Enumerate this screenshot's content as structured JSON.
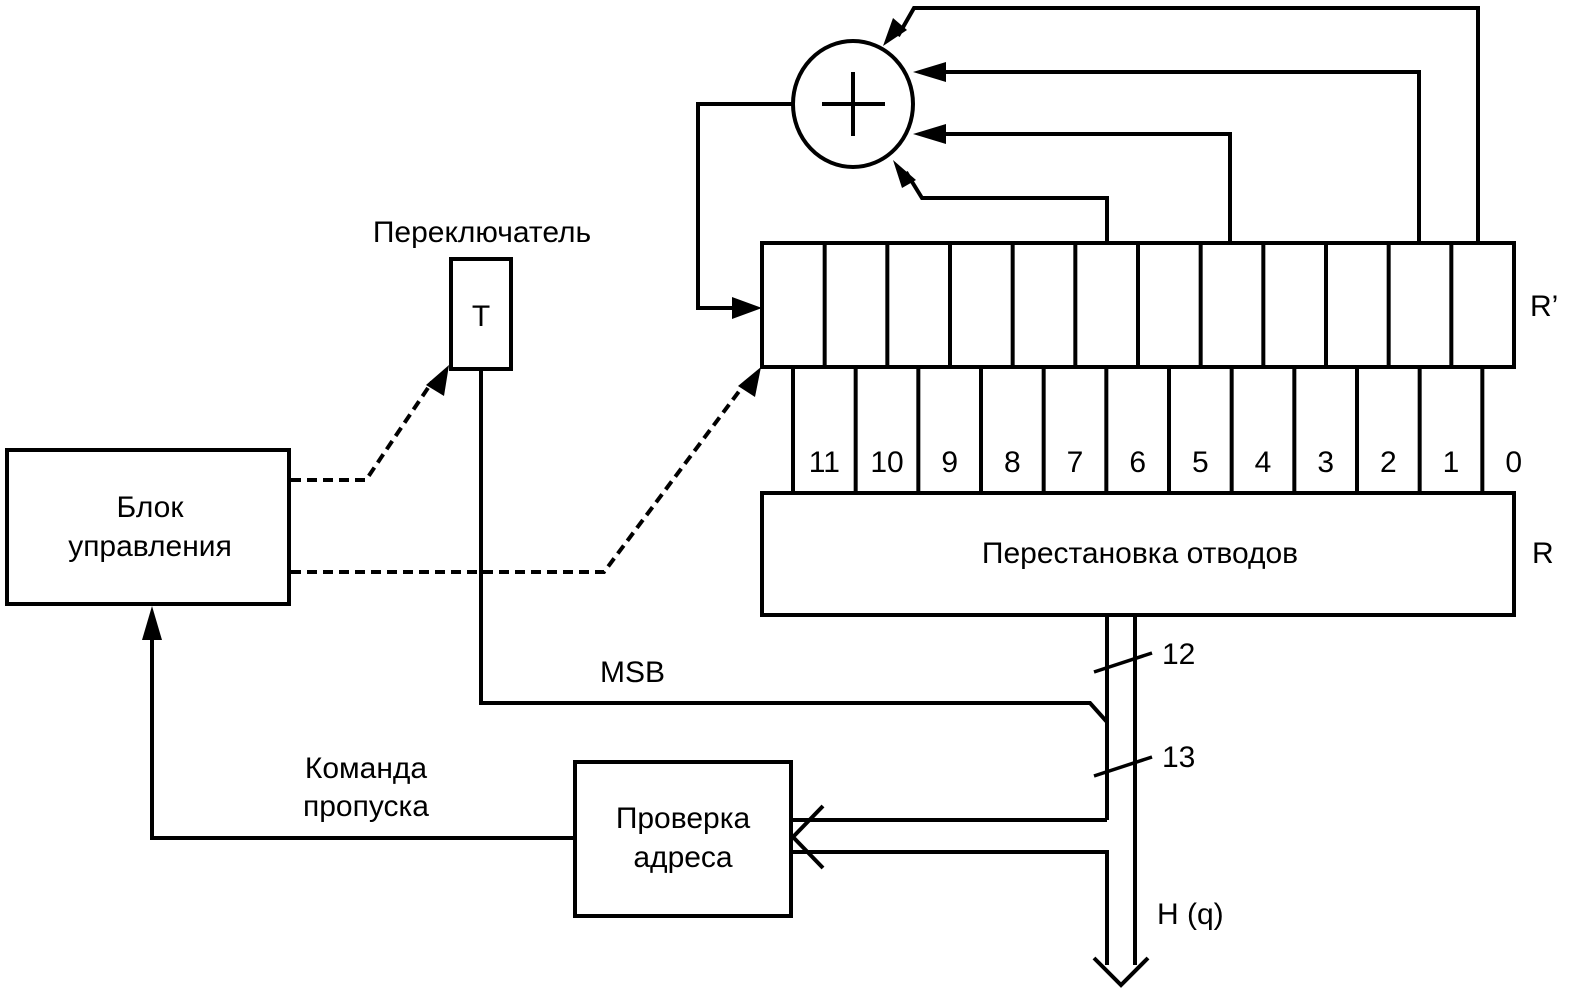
{
  "diagram": {
    "blocks": {
      "control_unit": {
        "line1": "Блок",
        "line2": "управления"
      },
      "switch": {
        "title": "Переключатель",
        "symbol": "T"
      },
      "tap_permutation": {
        "label": "Перестановка отводов"
      },
      "address_check": {
        "line1": "Проверка",
        "line2": "адреса"
      },
      "xor": {
        "symbol": "+"
      }
    },
    "registers": {
      "r_prime_label": "R’",
      "r_label": "R",
      "cell_count": 12,
      "bits": [
        "11",
        "10",
        "9",
        "8",
        "7",
        "6",
        "5",
        "4",
        "3",
        "2",
        "1",
        "0"
      ]
    },
    "signals": {
      "msb": "MSB",
      "skip_command_line1": "Команда",
      "skip_command_line2": "пропуска",
      "bus_width_1": "12",
      "bus_width_2": "13",
      "output": "H (q)"
    }
  }
}
